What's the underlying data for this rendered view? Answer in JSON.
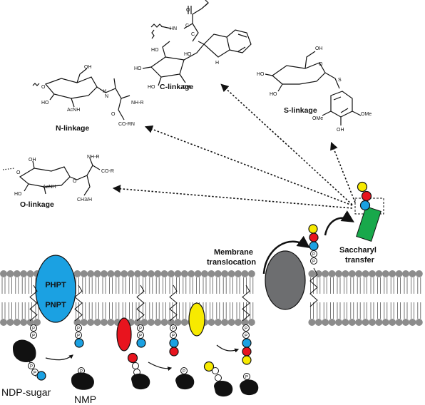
{
  "linkages": {
    "c": {
      "label": "C-linkage",
      "atoms": {
        "o": "O",
        "hn": "HN",
        "ho": "HO",
        "ho2": "HO",
        "ho3": "HO",
        "oh": "OH",
        "nh": "H",
        "c1": "C",
        "c2": "C",
        "ho4": "HO"
      }
    },
    "s": {
      "label": "S-linkage",
      "atoms": {
        "oh": "OH",
        "ho": "HO",
        "ho2": "HO",
        "s": "S",
        "o": "O",
        "ome1": "OMe",
        "ome2": "OMe",
        "oh2": "OH"
      }
    },
    "n": {
      "label": "N-linkage",
      "atoms": {
        "o": "O",
        "oh": "OH",
        "ho": "HO",
        "acnh": "AcNH",
        "h": "H",
        "n": "N",
        "nhr": "NH-R",
        "o2": "O",
        "corn": "CO-RN"
      }
    },
    "o": {
      "label": "O-linkage",
      "atoms": {
        "oh": "OH",
        "ho": "HO",
        "acnh": "AcNH",
        "o": "O",
        "o2": "O",
        "nhr": "NH-R",
        "cor": "CO-R",
        "ch3h": "CH3/H"
      }
    }
  },
  "membrane_translocation_label": [
    "Membrane",
    "translocation"
  ],
  "saccharyl_transfer_label": [
    "Saccharyl",
    "transfer"
  ],
  "enzyme_labels": [
    "PHPT",
    "PNPT"
  ],
  "ndp_sugar_label": "NDP-sugar",
  "nmp_label": "NMP",
  "phosphate_symbol": "P",
  "colors": {
    "blue": "#1ba1e2",
    "red": "#e8141e",
    "yellow": "#f7ea00",
    "green": "#18a84b",
    "gray": "#8a8d90",
    "dark_gray": "#6d6e70",
    "lipid_head": "#8c8c8c",
    "black": "#111111"
  }
}
